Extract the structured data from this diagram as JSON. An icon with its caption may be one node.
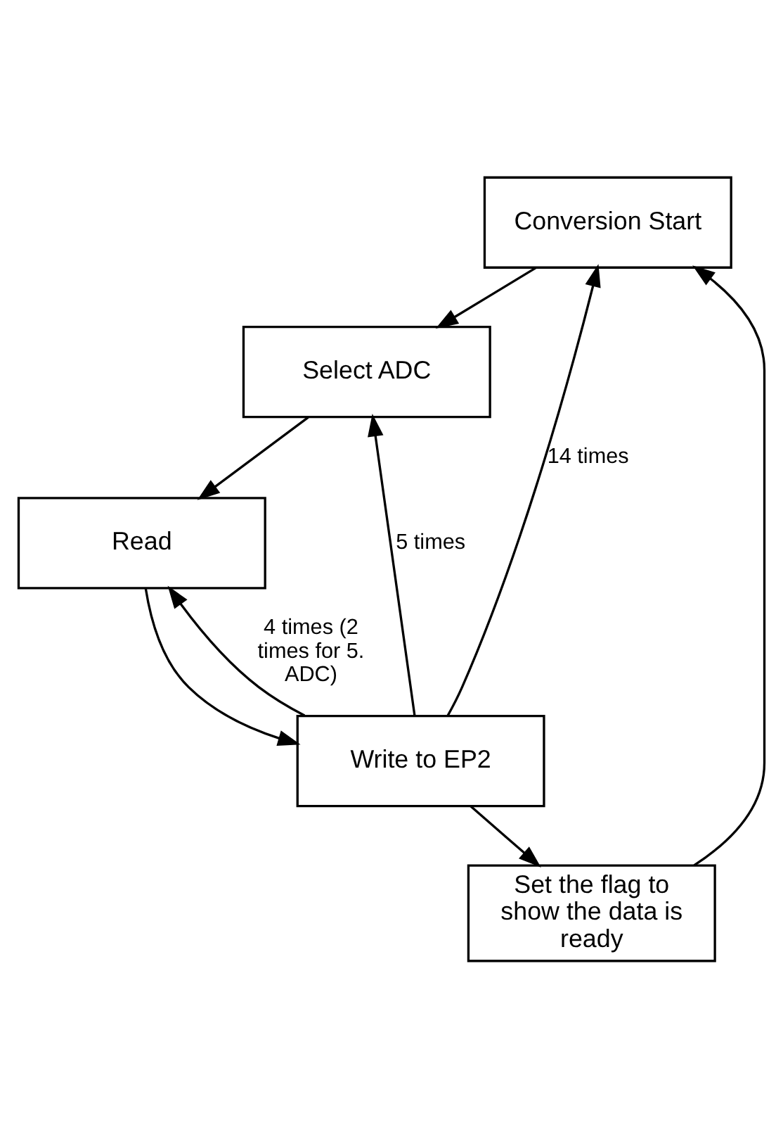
{
  "diagram": {
    "nodes": [
      {
        "text": [
          "Conversion Start"
        ]
      },
      {
        "text": [
          "Select ADC"
        ]
      },
      {
        "text": [
          "Read"
        ]
      },
      {
        "text": [
          "Write to EP2"
        ]
      },
      {
        "text": [
          "Set the flag to show the data is ready"
        ]
      }
    ],
    "edges": [
      {
        "from": 0,
        "to": 1,
        "arrow": "to"
      },
      {
        "from": 1,
        "to": 2,
        "arrow": "to"
      },
      {
        "from": 2,
        "to": 3,
        "arrow": "to"
      },
      {
        "from": 3,
        "to": 2,
        "arrow": "to",
        "label": "4 times (2 times for 5. ADC)"
      },
      {
        "from": 3,
        "to": 1,
        "arrow": "to",
        "label": "5 times"
      },
      {
        "from": 3,
        "to": 0,
        "arrow": "to",
        "label": "14 times"
      },
      {
        "from": 3,
        "to": 4,
        "arrow": "to"
      },
      {
        "from": 4,
        "to": 0,
        "arrow": "to"
      }
    ]
  }
}
